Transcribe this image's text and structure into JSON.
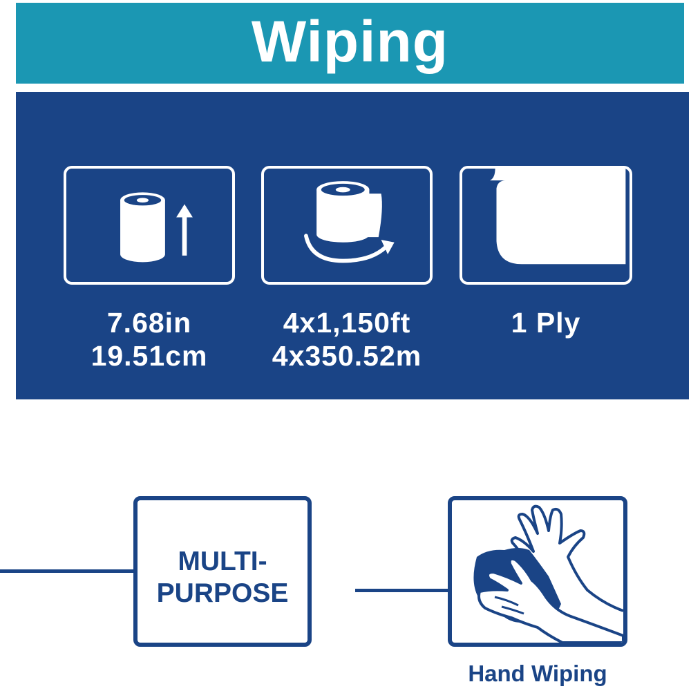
{
  "header": {
    "title": "Wiping"
  },
  "colors": {
    "banner": "#1b97b3",
    "panel": "#1a4486",
    "text_light": "#ffffff"
  },
  "specs": [
    {
      "icon": "roll-height-icon",
      "lines": [
        "7.68in",
        "19.51cm"
      ]
    },
    {
      "icon": "roll-length-icon",
      "lines": [
        "4x1,150ft",
        "4x350.52m"
      ]
    },
    {
      "icon": "ply-sheet-icon",
      "lines": [
        "1 Ply"
      ]
    }
  ],
  "uses": {
    "multi_purpose": {
      "lines": [
        "MULTI-",
        "PURPOSE"
      ]
    },
    "hand_wiping": {
      "icon": "hand-wiping-icon",
      "label": "Hand Wiping"
    }
  }
}
